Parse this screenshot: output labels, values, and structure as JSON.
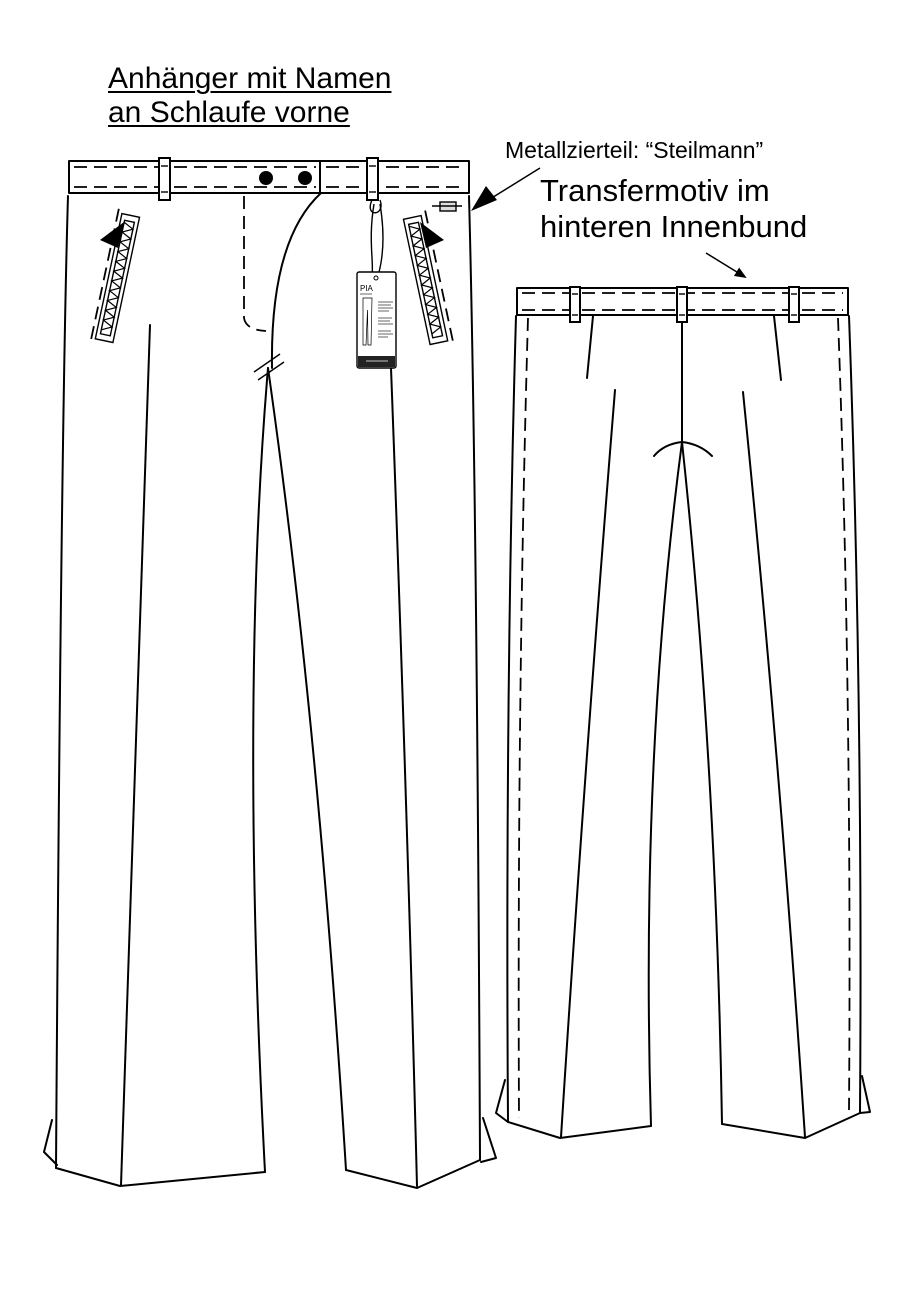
{
  "annotations": {
    "tag_label": [
      "Anhänger mit Namen ",
      "an Schlaufe vorne"
    ],
    "metal_label": "Metallzierteil: “Steilmann”",
    "transfer_label": [
      "Transfermotiv im",
      "hinteren Innenbund"
    ]
  },
  "hang_tag": {
    "brand": "PIA"
  }
}
